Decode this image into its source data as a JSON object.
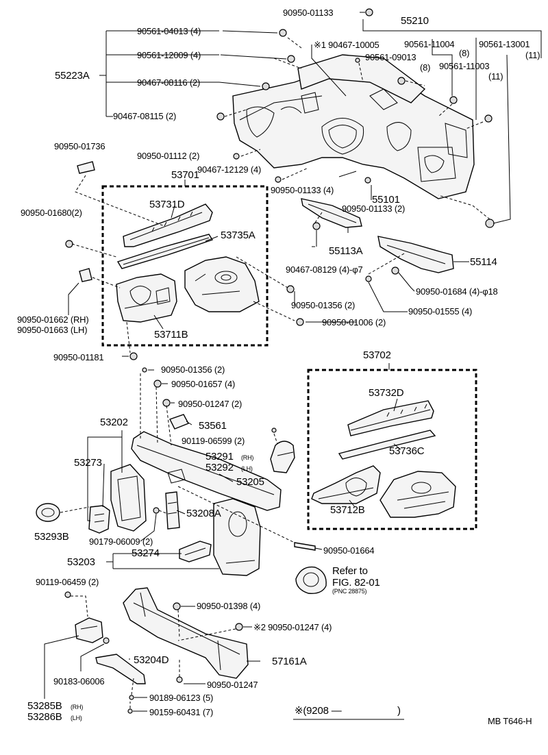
{
  "labels": {
    "p90950_01133_top": "90950-01133",
    "p55210": "55210",
    "p90561_04013": "90561-04013 (4)",
    "p90561_12009": "90561-12009 (4)",
    "p55223A": "55223A",
    "p90467_08116": "90467-08116 (2)",
    "p90467_08115": "90467-08115 (2)",
    "p90467_10005": "※1 90467-10005",
    "p90561_09013": "90561-09013",
    "p90561_09013_qty": "(8)",
    "p90561_11004": "90561-11004",
    "p90561_11004_qty": "(8)",
    "p90561_13001": "90561-13001",
    "p90561_13001_qty": "(11)",
    "p90561_11003": "90561-11003",
    "p90561_11003_qty": "(11)",
    "p90950_01736": "90950-01736",
    "p90950_01112": "90950-01112 (2)",
    "p90467_12129": "90467-12129 (4)",
    "p53701": "53701",
    "p90950_01133_mid": "90950-01133 (4)",
    "p55101": "55101",
    "p90950_01133_low": "90950-01133 (2)",
    "p90950_01680": "90950-01680(2)",
    "p53731D": "53731D",
    "p53735A": "53735A",
    "p55113A": "55113A",
    "p55114": "55114",
    "p90467_08129": "90467-08129 (4)-φ7",
    "p90950_01684": "90950-01684 (4)-φ18",
    "p90950_01356_a": "90950-01356 (2)",
    "p90950_01662": "90950-01662 (RH)",
    "p90950_01663": "90950-01663 (LH)",
    "p90950_01555": "90950-01555 (4)",
    "p53711B": "53711B",
    "p90950_01006": "90950-01006 (2)",
    "p90950_01181": "90950-01181",
    "p53702": "53702",
    "p90950_01356_b": "90950-01356 (2)",
    "p90950_01657": "90950-01657 (4)",
    "p90950_01247_a": "90950-01247 (2)",
    "p53732D": "53732D",
    "p53202": "53202",
    "p53561": "53561",
    "p90119_06599": "90119-06599 (2)",
    "p53291": "53291",
    "p53292": "53292",
    "rh": "(RH)",
    "lh": "(LH)",
    "p53273": "53273",
    "p53736C": "53736C",
    "p53205": "53205",
    "p53293B": "53293B",
    "p53208A": "53208A",
    "p90179_06009": "90179-06009 (2)",
    "p53712B": "53712B",
    "p53274": "53274",
    "p90950_01664": "90950-01664",
    "p53203": "53203",
    "refer_to": "Refer to",
    "fig": "FIG. 82-01",
    "pnc": "(PNC 28875)",
    "p90119_06459": "90119-06459 (2)",
    "p90950_01398": "90950-01398 (4)",
    "p90950_01247_b": "※2 90950-01247 (4)",
    "p53204D": "53204D",
    "p57161A": "57161A",
    "p90183_06006": "90183-06006",
    "p90950_01247_c": "90950-01247",
    "p90189_06123": "90189-06123 (5)",
    "p53285B": "53285B",
    "p53286B": "53286B",
    "p90159_60431": "90159-60431 (7)",
    "date_note": "※(9208 —",
    "date_close": ")",
    "ref_code": "MB T646-H"
  }
}
